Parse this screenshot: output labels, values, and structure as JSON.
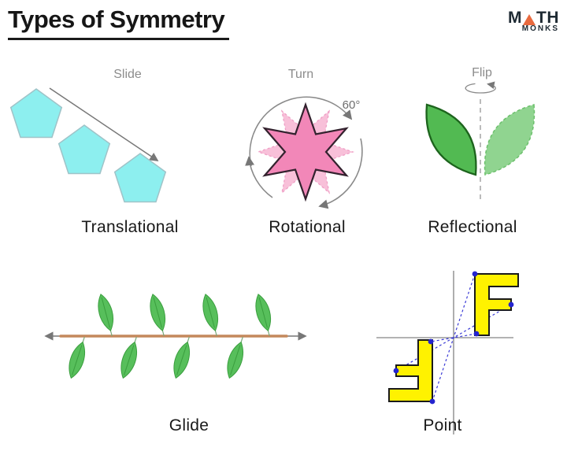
{
  "title": "Types of Symmetry",
  "logo": {
    "m": "M",
    "th": "TH",
    "monks": "MONKS"
  },
  "sections": {
    "translational": {
      "hint": "Slide",
      "label": "Translational"
    },
    "rotational": {
      "hint": "Turn",
      "label": "Rotational",
      "angle": "60°"
    },
    "reflectional": {
      "hint": "Flip",
      "label": "Reflectional"
    },
    "glide": {
      "label": "Glide"
    },
    "point": {
      "label": "Point"
    }
  },
  "colors": {
    "pentagon_fill": "#8DEFEF",
    "pentagon_stroke": "#9FC3C8",
    "star_fill": "#F287B8",
    "star_ghost_fill": "#F8C0D9",
    "leaf_solid_fill": "#52BA52",
    "leaf_mirror_fill": "#90D490",
    "glide_leaf_fill": "#57BF5B",
    "branch": "#C4885C",
    "f_fill": "#FFF200",
    "point_blue": "#2424CE",
    "logo_orange": "#E96A3F",
    "logo_navy": "#1E2A33"
  }
}
